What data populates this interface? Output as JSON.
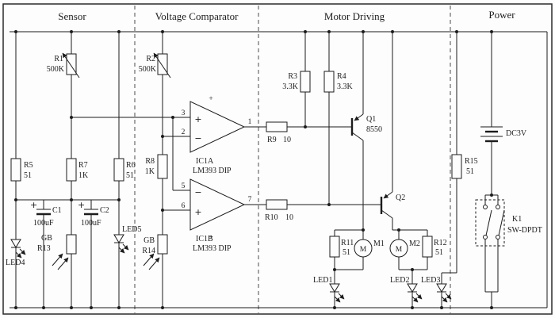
{
  "sections": {
    "sensor": "Sensor",
    "comparator": "Voltage Comparator",
    "motor": "Motor Driving",
    "power": "Power"
  },
  "resistors": {
    "r1": {
      "name": "R1",
      "value": "500K"
    },
    "r2": {
      "name": "R2",
      "value": "500K"
    },
    "r3": {
      "name": "R3",
      "value": "3.3K"
    },
    "r4": {
      "name": "R4",
      "value": "3.3K"
    },
    "r5": {
      "name": "R5",
      "value": "51"
    },
    "r6": {
      "name": "R6",
      "value": "51"
    },
    "r7": {
      "name": "R7",
      "value": "1K"
    },
    "r8": {
      "name": "R8",
      "value": "1K"
    },
    "r9": {
      "name": "R9",
      "value": "10"
    },
    "r10": {
      "name": "R10",
      "value": "10"
    },
    "r11": {
      "name": "R11",
      "value": "51"
    },
    "r12": {
      "name": "R12",
      "value": "51"
    },
    "r15": {
      "name": "R15",
      "value": "51"
    }
  },
  "photoresistors": {
    "r13": {
      "type": "GB",
      "name": "R13"
    },
    "r14": {
      "type": "GB",
      "name": "R14"
    }
  },
  "capacitors": {
    "c1": {
      "name": "C1",
      "value": "100uF",
      "polarity": "+"
    },
    "c2": {
      "name": "C2",
      "value": "100uF",
      "polarity": "+"
    }
  },
  "leds": {
    "led1": "LED1",
    "led2": "LED2",
    "led3": "LED3",
    "led4": "LED4",
    "led5": "LED5"
  },
  "opamps": {
    "ic1a": {
      "name": "IC1A",
      "part": "LM393 DIP",
      "pin_in_plus": "3",
      "pin_in_minus": "2",
      "pin_out": "1",
      "plus_sign": "+",
      "minus_sign": "−",
      "power_mark": "+"
    },
    "ic1b": {
      "name": "IC1B",
      "part": "LM393 DIP",
      "pin_in_a": "5",
      "pin_in_b": "6",
      "pin_out": "7",
      "plus_sign": "+",
      "minus_sign": "−",
      "power_mark": "+"
    }
  },
  "transistors": {
    "q1": {
      "name": "Q1",
      "part": "8550"
    },
    "q2": {
      "name": "Q2"
    }
  },
  "motors": {
    "m1": {
      "symbol": "M",
      "label": "M1"
    },
    "m2": {
      "symbol": "M",
      "label": "M2"
    }
  },
  "power_section": {
    "battery_label": "DC3V",
    "switch_name": "K1",
    "switch_type": "SW-DPDT"
  },
  "colors": {
    "ink": "#1c1c1c",
    "background": "#fdfdfd"
  }
}
